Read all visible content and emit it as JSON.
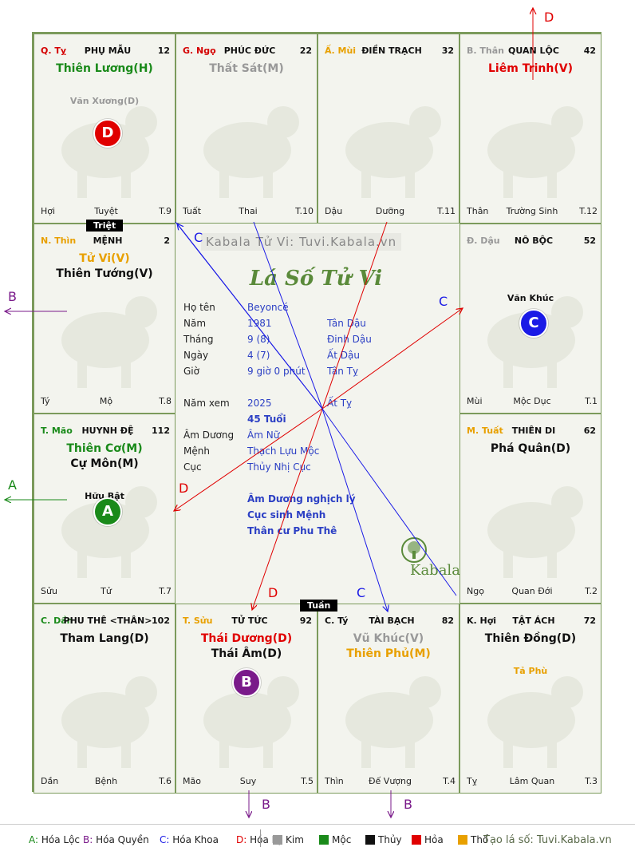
{
  "palaces": [
    {
      "branch": "Q. Tỵ",
      "branch_color": "#d40000",
      "name": "PHỤ MẪU",
      "num": "12",
      "stars": [
        {
          "t": "Thiên Lương(H)",
          "c": "#1a8a1a"
        }
      ],
      "minor": [
        {
          "t": "Văn Xương(D)",
          "c": "#999999"
        }
      ],
      "life": "Hợi",
      "stage": "Tuyệt",
      "period": "T.9"
    },
    {
      "branch": "G. Ngọ",
      "branch_color": "#d40000",
      "name": "PHÚC ĐỨC",
      "num": "22",
      "stars": [
        {
          "t": "Thất Sát(M)",
          "c": "#999999"
        }
      ],
      "minor": [],
      "life": "Tuất",
      "stage": "Thai",
      "period": "T.10"
    },
    {
      "branch": "Ấ. Mùi",
      "branch_color": "#e8a000",
      "name": "ĐIỀN TRẠCH",
      "num": "32",
      "stars": [],
      "minor": [],
      "life": "Dậu",
      "stage": "Dưỡng",
      "period": "T.11"
    },
    {
      "branch": "B. Thân",
      "branch_color": "#999999",
      "name": "QUAN LỘC",
      "num": "42",
      "stars": [
        {
          "t": "Liêm Trinh(V)",
          "c": "#e00000"
        }
      ],
      "minor": [],
      "life": "Thân",
      "stage": "Trường Sinh",
      "period": "T.12"
    },
    {
      "branch": "N. Thìn",
      "branch_color": "#e8a000",
      "name": "MỆNH",
      "num": "2",
      "stars": [
        {
          "t": "Tử Vi(V)",
          "c": "#e8a000"
        },
        {
          "t": "Thiên Tướng(V)",
          "c": "#111111"
        }
      ],
      "minor": [],
      "life": "Tý",
      "stage": "Mộ",
      "period": "T.8"
    },
    {
      "branch": "Đ. Dậu",
      "branch_color": "#999999",
      "name": "NÔ BỘC",
      "num": "52",
      "stars": [],
      "minor": [
        {
          "t": "Văn Khúc",
          "c": "#111111"
        }
      ],
      "life": "Mùi",
      "stage": "Mộc Dục",
      "period": "T.1"
    },
    {
      "branch": "T. Mão",
      "branch_color": "#1a8a1a",
      "name": "HUYNH ĐỆ",
      "num": "112",
      "stars": [
        {
          "t": "Thiên Cơ(M)",
          "c": "#1a8a1a"
        },
        {
          "t": "Cự Môn(M)",
          "c": "#111111"
        }
      ],
      "minor": [
        {
          "t": "Hữu Bật",
          "c": "#111111"
        }
      ],
      "life": "Sửu",
      "stage": "Tử",
      "period": "T.7"
    },
    {
      "branch": "M. Tuất",
      "branch_color": "#e8a000",
      "name": "THIÊN DI",
      "num": "62",
      "stars": [
        {
          "t": "Phá Quân(D)",
          "c": "#111111"
        }
      ],
      "minor": [],
      "life": "Ngọ",
      "stage": "Quan Đới",
      "period": "T.2"
    },
    {
      "branch": "C. Dần",
      "branch_color": "#1a8a1a",
      "name": "PHU THÊ <THÂN>",
      "num": "102",
      "stars": [
        {
          "t": "Tham Lang(D)",
          "c": "#111111"
        }
      ],
      "minor": [],
      "life": "Dần",
      "stage": "Bệnh",
      "period": "T.6"
    },
    {
      "branch": "T. Sửu",
      "branch_color": "#e8a000",
      "name": "TỬ TỨC",
      "num": "92",
      "stars": [
        {
          "t": "Thái Dương(D)",
          "c": "#e00000"
        },
        {
          "t": "Thái Âm(D)",
          "c": "#111111"
        }
      ],
      "minor": [],
      "life": "Mão",
      "stage": "Suy",
      "period": "T.5"
    },
    {
      "branch": "C. Tý",
      "branch_color": "#111111",
      "name": "TÀI BẠCH",
      "num": "82",
      "stars": [
        {
          "t": "Vũ Khúc(V)",
          "c": "#999999"
        },
        {
          "t": "Thiên Phủ(M)",
          "c": "#e8a000"
        }
      ],
      "minor": [],
      "life": "Thìn",
      "stage": "Đế Vượng",
      "period": "T.4"
    },
    {
      "branch": "K. Hợi",
      "branch_color": "#111111",
      "name": "TẬT ÁCH",
      "num": "72",
      "stars": [
        {
          "t": "Thiên Đồng(D)",
          "c": "#111111"
        }
      ],
      "minor": [
        {
          "t": "Tả Phù",
          "c": "#e8a000"
        }
      ],
      "life": "Tỵ",
      "stage": "Lâm Quan",
      "period": "T.3"
    }
  ],
  "badges": [
    {
      "letter": "D",
      "color": "#e00000",
      "palace": 0
    },
    {
      "letter": "C",
      "color": "#1a1ae6",
      "palace": 5
    },
    {
      "letter": "A",
      "color": "#1a8a1a",
      "palace": 6
    },
    {
      "letter": "B",
      "color": "#7a1a8a",
      "palace": 9
    }
  ],
  "tags": {
    "triet": "Triệt",
    "tuan": "Tuần"
  },
  "center": {
    "site": "Kabala Tử Vi: Tuvi.Kabala.vn",
    "title": "Lá Số Tử Vi",
    "rows": [
      {
        "label": "Họ tên",
        "v1": "Beyoncé",
        "v2": ""
      },
      {
        "label": "Năm",
        "v1": "1981",
        "v2": "Tân Dậu"
      },
      {
        "label": "Tháng",
        "v1": "9  (8)",
        "v2": "Đinh Dậu"
      },
      {
        "label": "Ngày",
        "v1": "4  (7)",
        "v2": "Ất Dậu"
      },
      {
        "label": "Giờ",
        "v1": "9 giờ 0 phút",
        "v2": "Tân Tỵ"
      },
      {
        "label": "Năm xem",
        "v1": "2025",
        "v2": "Ất Tỵ"
      },
      {
        "label": "",
        "v1": "45 Tuổi",
        "v2": ""
      },
      {
        "label": "Âm Dương",
        "v1": "Âm Nữ",
        "v2": ""
      },
      {
        "label": "Mệnh",
        "v1": "Thạch Lựu Mộc",
        "v2": ""
      },
      {
        "label": "Cục",
        "v1": "Thủy Nhị Cục",
        "v2": ""
      }
    ],
    "notes": [
      "Âm Dương nghịch lý",
      "Cục sinh Mệnh",
      "Thân cư Phu Thê"
    ],
    "logo": "Kabala"
  },
  "arrows": {
    "top": "D",
    "left_top": "B",
    "left_mid": "A",
    "bottom_left": "B",
    "bottom_right": "B"
  },
  "line_labels": {
    "c1": "C",
    "c2": "C",
    "c3": "C",
    "d1": "D",
    "d2": "D"
  },
  "legend": {
    "items": [
      {
        "key": "A:",
        "text": " Hóa Lộc",
        "color": "#1a8a1a"
      },
      {
        "key": "B:",
        "text": " Hóa Quyền",
        "color": "#7a1a8a"
      },
      {
        "key": "C:",
        "text": " Hóa Khoa",
        "color": "#1a1ae6"
      },
      {
        "key": "D:",
        "text": " Hóa Kị",
        "color": "#e00000"
      }
    ],
    "elements": [
      {
        "name": "Kim",
        "color": "#999999"
      },
      {
        "name": "Mộc",
        "color": "#1a8a1a"
      },
      {
        "name": "Thủy",
        "color": "#111111"
      },
      {
        "name": "Hỏa",
        "color": "#e00000"
      },
      {
        "name": "Thổ",
        "color": "#e8a000"
      }
    ],
    "footer": "Tạo lá số: Tuvi.Kabala.vn"
  }
}
